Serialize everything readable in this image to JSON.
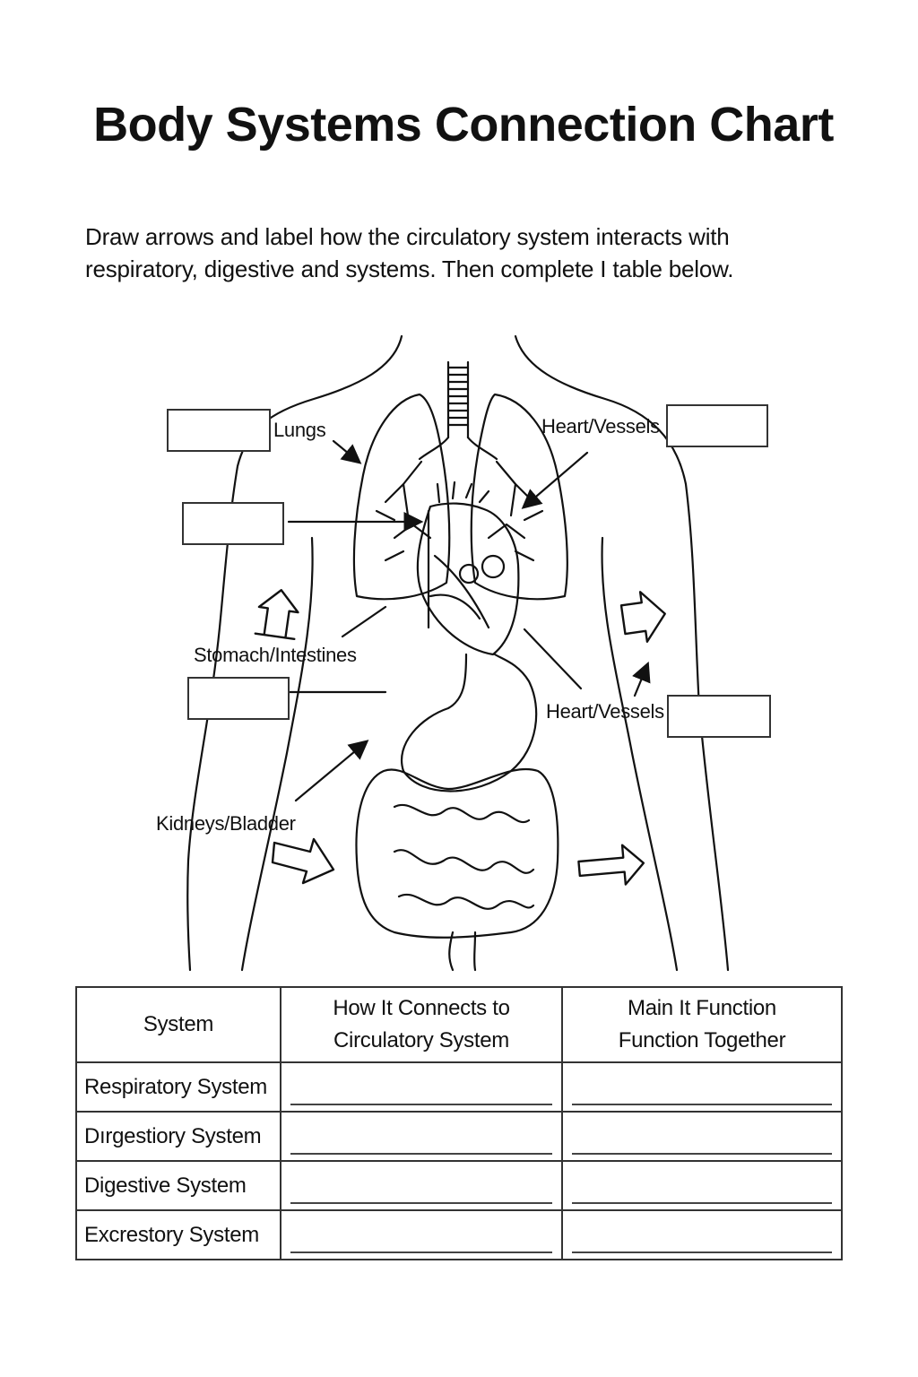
{
  "title": "Body Systems Connection Chart",
  "instructions": {
    "line1": "Draw arrows and label how the circulatory system interacts with",
    "line2": "respiratory, digestive and systems. Then complete I table below."
  },
  "diagram_labels": {
    "lungs": "Lungs",
    "heart_vessels_top": "Heart/Vessels",
    "stomach_intestines": "Stomach/Intestines",
    "heart_vessels_bottom": "Heart/Vessels",
    "kidneys_bladder": "Kidneys/Bladder"
  },
  "table": {
    "headers": {
      "system": "System",
      "connects_line1": "How It Connects to",
      "connects_line2": "Circulatory System",
      "function_line1": "Main It Function",
      "function_line2": "Function Together"
    },
    "rows": [
      {
        "system": "Respiratory System"
      },
      {
        "system": "Dırgestiory System"
      },
      {
        "system": "Digestive System"
      },
      {
        "system": "Excrestory System"
      }
    ]
  }
}
